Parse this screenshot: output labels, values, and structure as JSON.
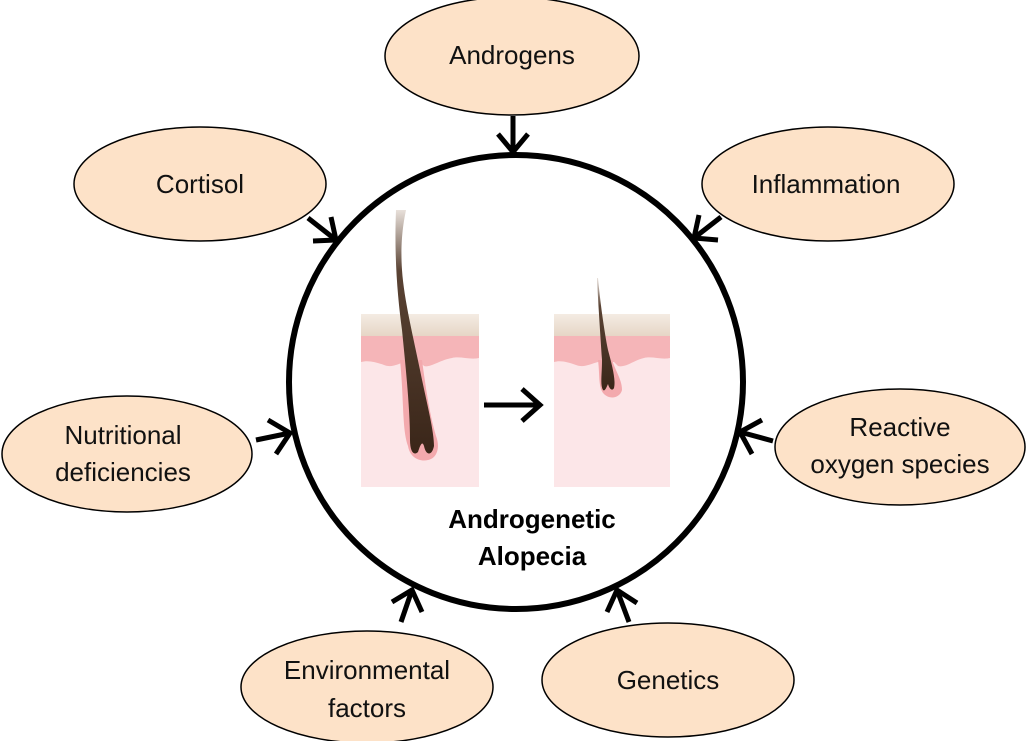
{
  "diagram": {
    "center": {
      "title_lines": [
        "Androgenetic",
        "Alopecia"
      ],
      "illustration": {
        "before_label": "healthy-hair-follicle",
        "after_label": "miniaturized-hair-follicle",
        "transition_icon": "right-arrow-icon"
      }
    },
    "factors": [
      {
        "id": "androgens",
        "lines": [
          "Androgens"
        ]
      },
      {
        "id": "cortisol",
        "lines": [
          "Cortisol"
        ]
      },
      {
        "id": "inflammation",
        "lines": [
          "Inflammation"
        ]
      },
      {
        "id": "nutritional-deficiencies",
        "lines": [
          "Nutritional",
          "deficiencies"
        ]
      },
      {
        "id": "reactive-oxygen-species",
        "lines": [
          "Reactive",
          "oxygen species"
        ]
      },
      {
        "id": "environmental-factors",
        "lines": [
          "Environmental",
          "factors"
        ]
      },
      {
        "id": "genetics",
        "lines": [
          "Genetics"
        ]
      }
    ],
    "relationship": "each factor points to the central condition",
    "colors": {
      "node_fill": "#FDE2C8",
      "node_stroke": "#000000",
      "circle_stroke": "#000000",
      "arrow": "#000000",
      "skin_top": "#EFE3D6",
      "skin_pink": "#F5B5B8",
      "dermis": "#FCE6E8",
      "hair": "#4A3528"
    }
  }
}
